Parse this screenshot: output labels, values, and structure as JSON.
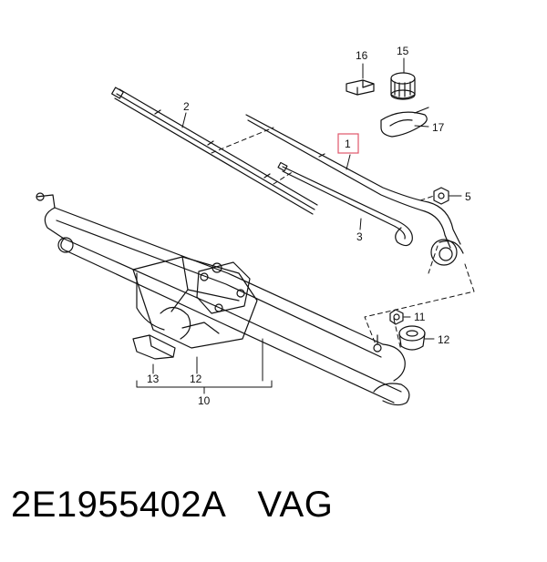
{
  "diagram": {
    "callouts": {
      "c1": "1",
      "c2": "2",
      "c3": "3",
      "c5": "5",
      "c10": "10",
      "c11": "11",
      "c12a": "12",
      "c12b": "12",
      "c13": "13",
      "c15": "15",
      "c16": "16",
      "c17": "17"
    },
    "highlight_color": "#e0566a"
  },
  "footer": {
    "part_number": "2E1955402A",
    "brand": "VAG"
  }
}
